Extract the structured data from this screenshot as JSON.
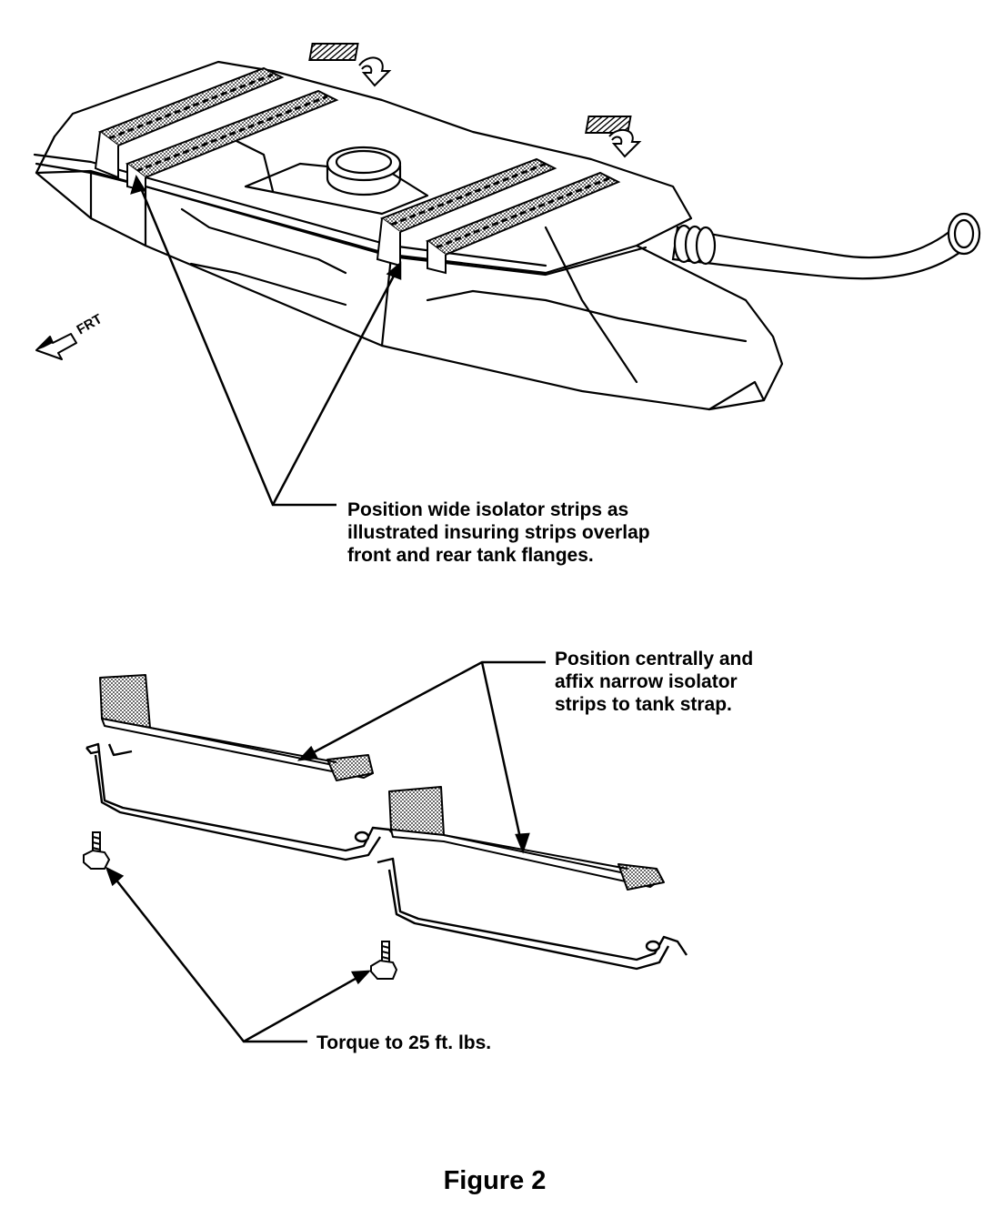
{
  "callouts": {
    "wide_strips": [
      "Position wide isolator strips as",
      "illustrated insuring strips overlap",
      "front and rear tank flanges."
    ],
    "narrow_strips": [
      "Position centrally and",
      "affix narrow isolator",
      "strips to tank strap."
    ],
    "torque": "Torque to 25 ft. lbs."
  },
  "direction_label": "FRT",
  "caption": "Figure 2"
}
